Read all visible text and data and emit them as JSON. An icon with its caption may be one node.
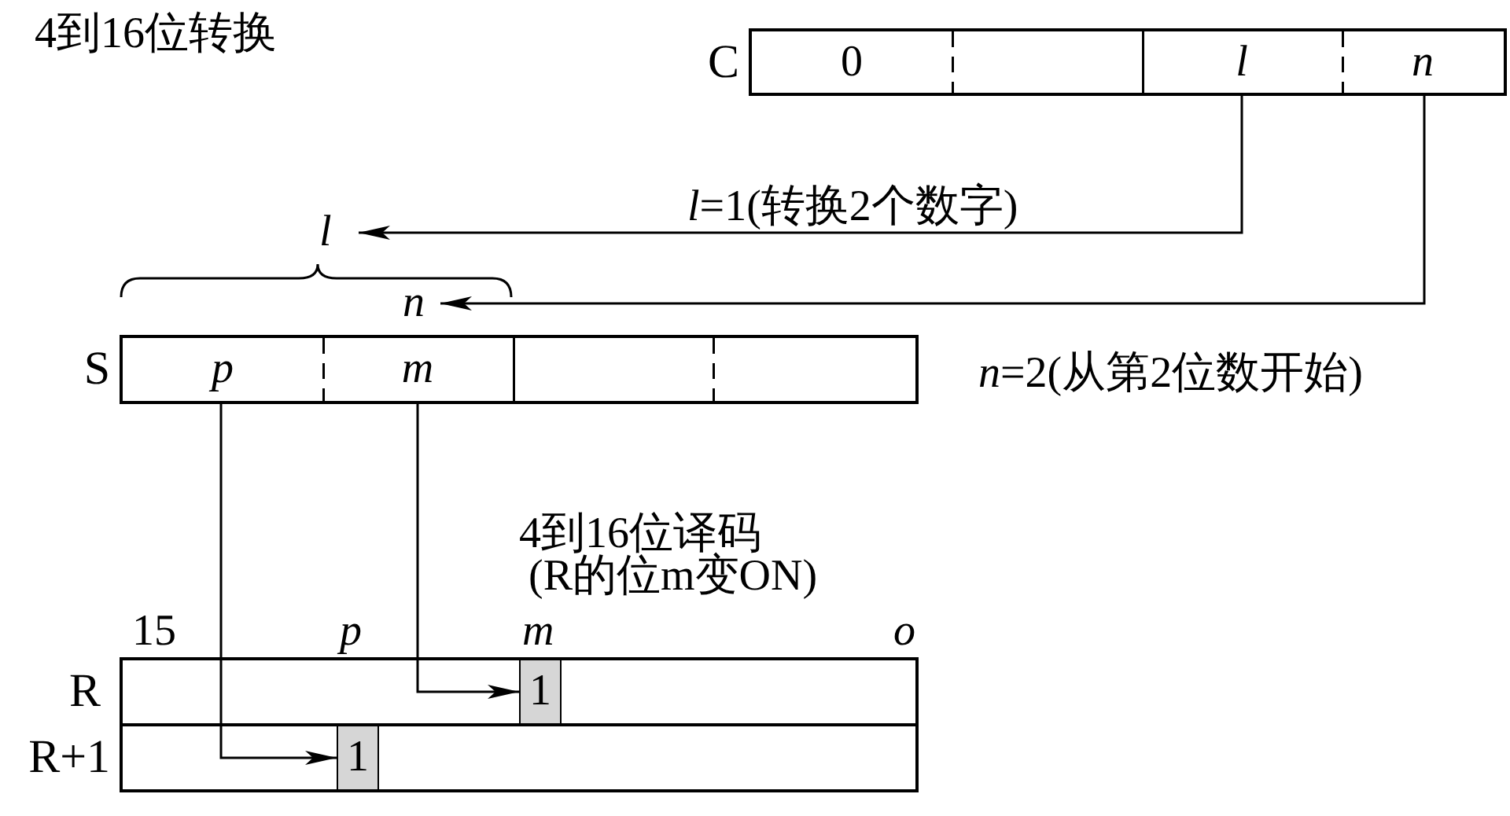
{
  "diagram": {
    "title": "4到16位转换",
    "nodes": [
      {
        "text": [
          "C"
        ]
      },
      {
        "text": [
          "0"
        ],
        "in": 0
      },
      {
        "text": [],
        "shape": "box",
        "in": 0
      },
      {
        "text": [
          "l"
        ],
        "in": 0
      },
      {
        "text": [
          "n"
        ],
        "in": 0
      },
      {
        "text": [
          "l"
        ]
      },
      {
        "text": [
          "n"
        ]
      },
      {
        "text": [
          "S"
        ]
      },
      {
        "text": [
          "p"
        ],
        "in": 7
      },
      {
        "text": [
          "m"
        ],
        "in": 7
      },
      {
        "text": [],
        "shape": "box",
        "in": 7
      },
      {
        "text": [],
        "shape": "box",
        "in": 7
      },
      {
        "text": [
          "R"
        ]
      },
      {
        "text": [
          "1"
        ],
        "in": 12
      },
      {
        "text": [
          "R+1"
        ]
      },
      {
        "text": [
          "1"
        ],
        "in": 14
      }
    ],
    "edges": [
      {
        "from": 3,
        "to": 5,
        "arrow": "to",
        "label": "*l*=1(转换2个数字)"
      },
      {
        "from": 4,
        "to": 6,
        "arrow": "to"
      },
      {
        "from": 9,
        "to": 13,
        "arrow": "to"
      },
      {
        "from": 8,
        "to": 15,
        "arrow": "to"
      }
    ],
    "labels": [
      "*n*=2(从第2位数开始)",
      "4到16位译码",
      "(R的位m变ON)",
      "15",
      "p",
      "m",
      "o"
    ]
  }
}
